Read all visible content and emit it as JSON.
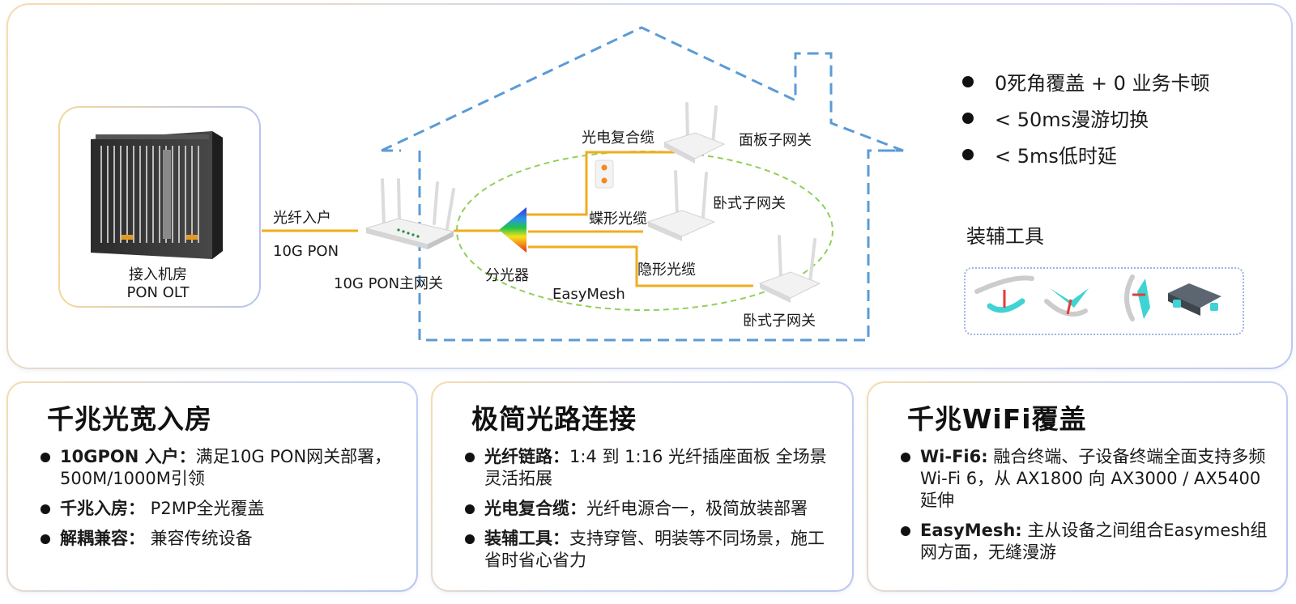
{
  "diagram": {
    "olt_label_line1": "接入机房",
    "olt_label_line2": "PON OLT",
    "fiber_in": "光纤入户",
    "pon_10g": "10G PON",
    "main_gateway": "10G PON主网关",
    "splitter": "分光器",
    "easymesh": "EasyMesh",
    "cable_composite": "光电复合缆",
    "cable_butterfly": "蝶形光缆",
    "cable_invisible": "隐形光缆",
    "panel_gateway": "面板子网关",
    "lying_gateway_1": "卧式子网关",
    "lying_gateway_2": "卧式子网关"
  },
  "highlights": [
    "0死角覆盖 + 0 业务卡顿",
    "< 50ms漫游切换",
    "< 5ms低时延"
  ],
  "tools": {
    "title": "装辅工具"
  },
  "cards": [
    {
      "title": "千兆光宽入房",
      "items": [
        {
          "key": "10GPON 入户：",
          "text": "满足10G PON网关部署，500M/1000M引领"
        },
        {
          "key": "千兆入房：",
          "text": "  P2MP全光覆盖"
        },
        {
          "key": "解耦兼容：",
          "text": "  兼容传统设备"
        }
      ]
    },
    {
      "title": "极简光路连接",
      "items": [
        {
          "key": "光纤链路：",
          "text": "1:4  到  1:16  光纤插座面板  全场景灵活拓展"
        },
        {
          "key": "光电复合缆：",
          "text": "光纤电源合一，极简放装部署"
        },
        {
          "key": "装辅工具：",
          "text": "支持穿管、明装等不同场景，施工省时省心省力"
        }
      ]
    },
    {
      "title": "千兆WiFi覆盖",
      "items": [
        {
          "key": "Wi-Fi6:",
          "text": "  融合终端、子设备终端全面支持多频Wi-Fi 6，从 AX1800 向 AX3000 / AX5400 延伸"
        },
        {
          "key": "EasyMesh:",
          "text": " 主从设备之间组合Easymesh组网方面，无缝漫游"
        }
      ]
    }
  ],
  "colors": {
    "fiber": "#f0ad1e",
    "house_outline": "#5b9bd5",
    "mesh_ellipse": "#8fd05a",
    "accent_cyan": "#3fd3d3"
  }
}
